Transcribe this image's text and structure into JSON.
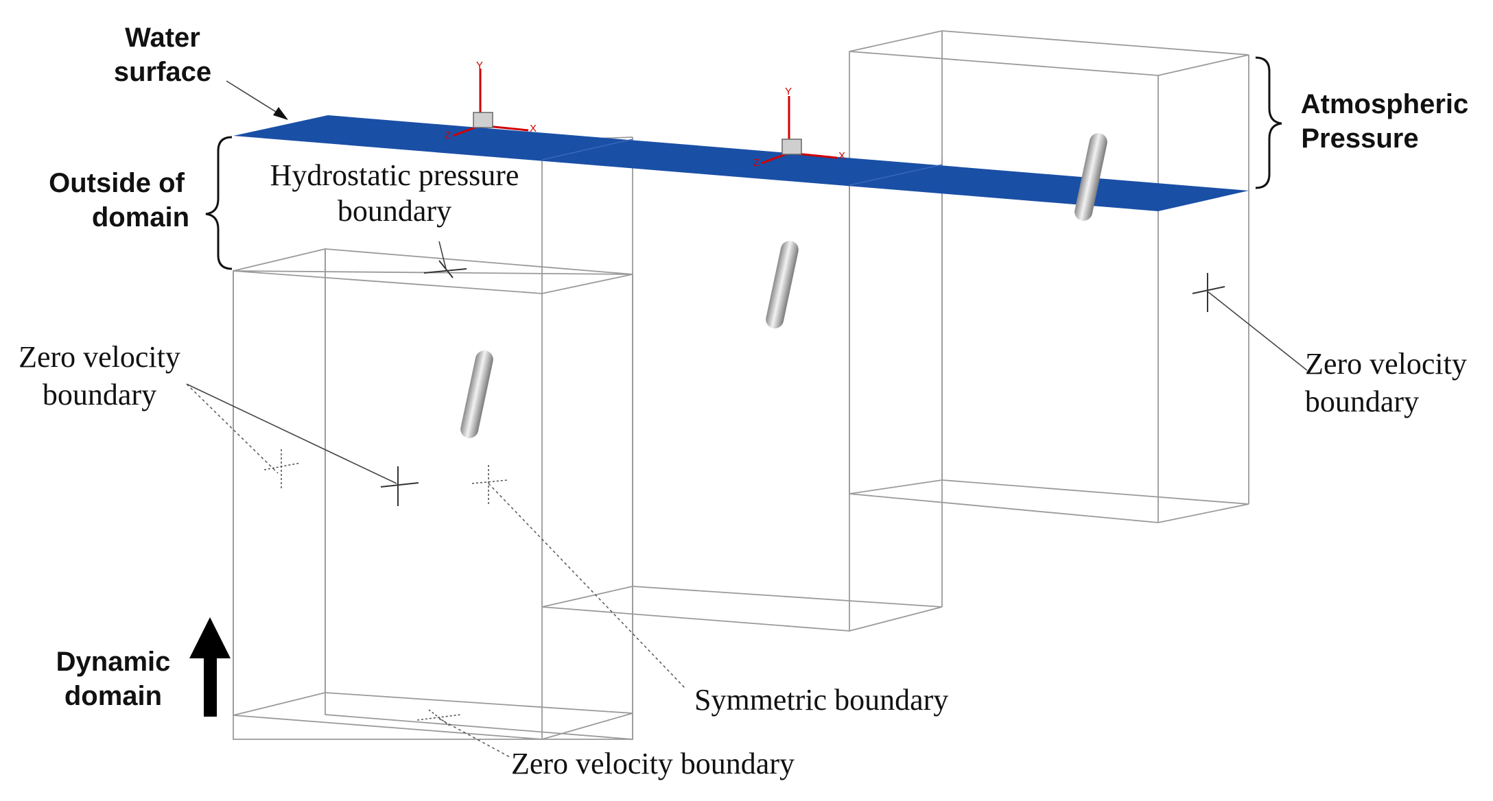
{
  "labels": {
    "water_surface_line1": "Water",
    "water_surface_line2": "surface",
    "outside_domain_line1": "Outside  of",
    "outside_domain_line2": "domain",
    "hydrostatic_line1": "Hydrostatic pressure",
    "hydrostatic_line2": "boundary",
    "zero_velocity_left_line1": "Zero velocity",
    "zero_velocity_left_line2": "boundary",
    "atmospheric_line1": "Atmospheric",
    "atmospheric_line2": "Pressure",
    "zero_velocity_right_line1": "Zero velocity",
    "zero_velocity_right_line2": "boundary",
    "dynamic_domain_line1": "Dynamic",
    "dynamic_domain_line2": "domain",
    "symmetric": "Symmetric boundary",
    "zero_velocity_bottom": "Zero velocity boundary"
  },
  "axis_triads": [
    {
      "y": "Y",
      "x": "X",
      "z": "Z"
    },
    {
      "y": "Y",
      "x": "X",
      "z": "Z"
    }
  ],
  "colors": {
    "water_surface": "#1a4fa6",
    "axis": "#d00000",
    "cylinder": "#b8b8b8",
    "box_edge": "#9a9a9a"
  }
}
